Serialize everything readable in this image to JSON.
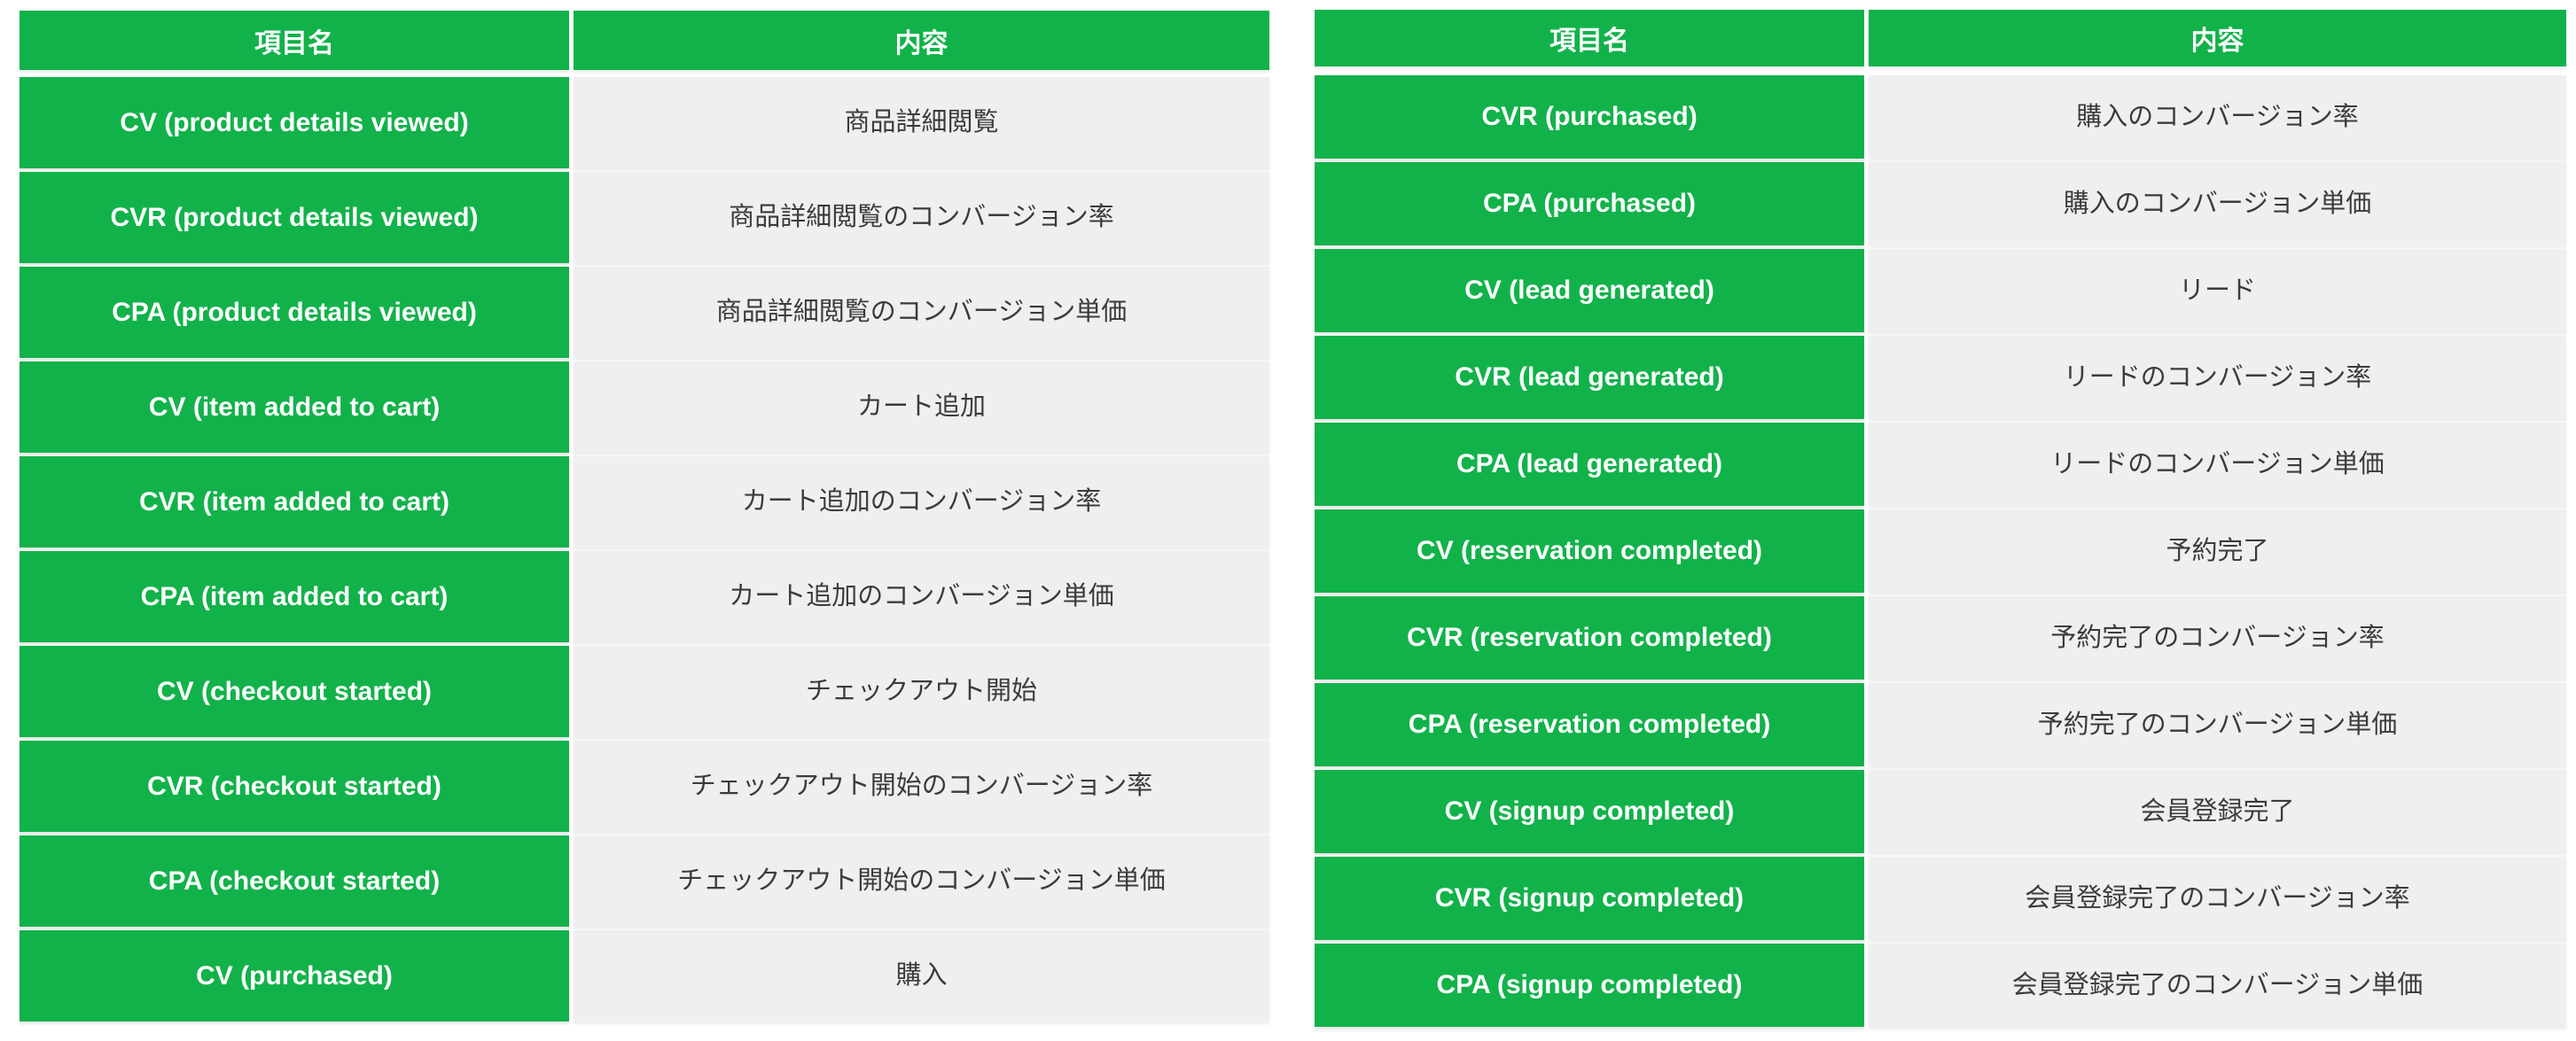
{
  "colors": {
    "green": "#12B24A",
    "cell_gray": "#EFEFEF",
    "header_text": "#FFFFFF",
    "body_text": "#3B3B3B"
  },
  "tables": [
    {
      "id": "left",
      "headers": {
        "item_name": "項目名",
        "content": "内容"
      },
      "rows": [
        {
          "name": "CV (product details viewed)",
          "description": "商品詳細閲覧"
        },
        {
          "name": "CVR (product details viewed)",
          "description": "商品詳細閲覧のコンバージョン率"
        },
        {
          "name": "CPA (product details viewed)",
          "description": "商品詳細閲覧のコンバージョン単価"
        },
        {
          "name": "CV (item added to cart)",
          "description": "カート追加"
        },
        {
          "name": "CVR (item added to cart)",
          "description": "カート追加のコンバージョン率"
        },
        {
          "name": "CPA (item added to cart)",
          "description": "カート追加のコンバージョン単価"
        },
        {
          "name": "CV (checkout started)",
          "description": "チェックアウト開始"
        },
        {
          "name": "CVR (checkout started)",
          "description": "チェックアウト開始のコンバージョン率"
        },
        {
          "name": "CPA (checkout started)",
          "description": "チェックアウト開始のコンバージョン単価"
        },
        {
          "name": "CV (purchased)",
          "description": "購入"
        }
      ]
    },
    {
      "id": "right",
      "headers": {
        "item_name": "項目名",
        "content": "内容"
      },
      "rows": [
        {
          "name": "CVR (purchased)",
          "description": "購入のコンバージョン率"
        },
        {
          "name": "CPA (purchased)",
          "description": "購入のコンバージョン単価"
        },
        {
          "name": "CV (lead generated)",
          "description": "リード"
        },
        {
          "name": "CVR (lead generated)",
          "description": "リードのコンバージョン率"
        },
        {
          "name": "CPA (lead generated)",
          "description": "リードのコンバージョン単価"
        },
        {
          "name": "CV (reservation completed)",
          "description": "予約完了"
        },
        {
          "name": "CVR (reservation completed)",
          "description": "予約完了のコンバージョン率"
        },
        {
          "name": "CPA (reservation completed)",
          "description": "予約完了のコンバージョン単価"
        },
        {
          "name": "CV (signup completed)",
          "description": "会員登録完了"
        },
        {
          "name": "CVR (signup completed)",
          "description": "会員登録完了のコンバージョン率"
        },
        {
          "name": "CPA (signup completed)",
          "description": "会員登録完了のコンバージョン単価"
        }
      ]
    }
  ]
}
